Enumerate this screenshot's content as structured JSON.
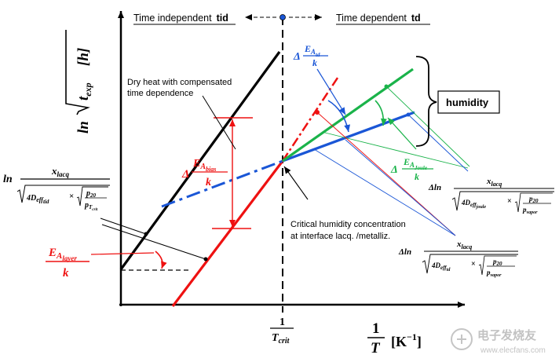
{
  "colors": {
    "black_line": "#000000",
    "red": "#ee1111",
    "blue": "#1a56d6",
    "green": "#1ab34a",
    "dash_red": "#e8202a"
  },
  "header": {
    "independent": "Time independent",
    "independent_abbr": "tid",
    "dependent": "Time dependent",
    "dependent_abbr": "td"
  },
  "y_axis": {
    "ln": "ln",
    "t": "t",
    "t_sub": "exp",
    "unit": "[h]"
  },
  "x_axis": {
    "num": "1",
    "den": "T",
    "unit": "[K",
    "unit_exp": "−1",
    "unit_close": "]"
  },
  "tcrit": {
    "num": "1",
    "den": "T",
    "den_sub": "crit"
  },
  "annotations": {
    "dry_heat_1": "Dry heat with compensated",
    "dry_heat_2": "time dependence",
    "critical_1": "Critical humidity concentration",
    "critical_2": "at interface lacq. /metalliz.",
    "humidity": "humidity"
  },
  "formulas": {
    "ln": "ln",
    "dln": "Δln",
    "x": "x",
    "x_sub": "lacq",
    "sqrt_prefix": "4D",
    "eff": "eff",
    "eff_tid": "tid",
    "eff_joule": "joule",
    "eff_td": "td",
    "times": "×",
    "p20": "p",
    "p20_sub": "20",
    "p": "p",
    "p_tcrit": "T",
    "p_tcrit_sub": "crit",
    "p_vapor": "vapor",
    "delta": "Δ",
    "E": "E",
    "A": "A",
    "k": "k",
    "bias": "bias",
    "layer": "layer",
    "td": "td",
    "joule": "Joule"
  },
  "watermark": {
    "cn": "电子发烧友",
    "url": "www.elecfans.com"
  }
}
